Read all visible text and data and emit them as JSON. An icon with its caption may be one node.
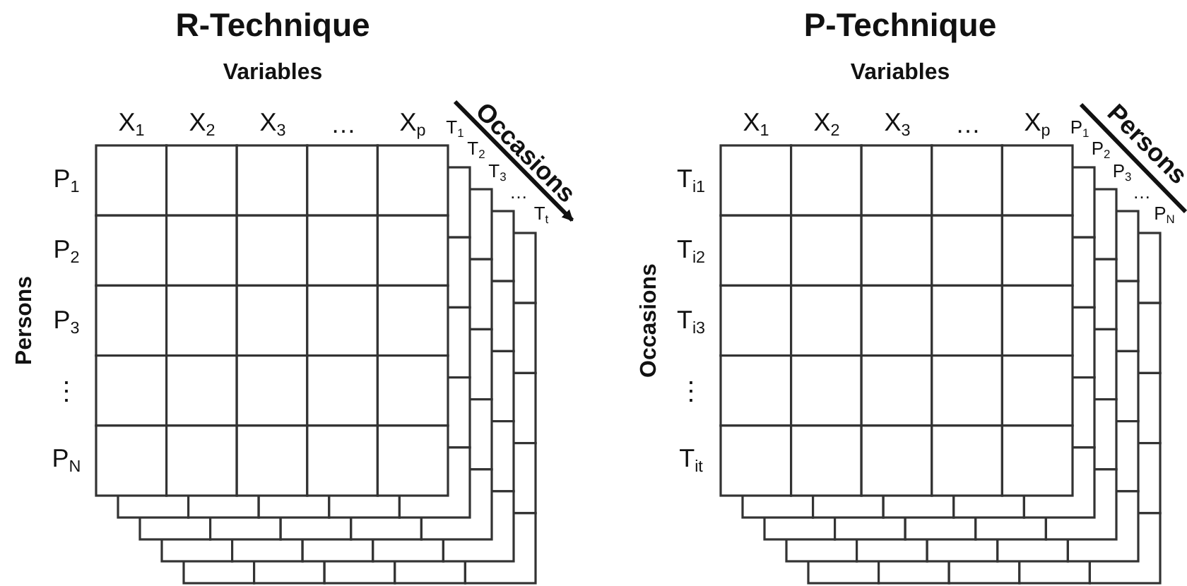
{
  "diagram": {
    "labels": [
      "R-Technique",
      "Variables",
      "X$_{1}$",
      "X$_{2}$",
      "X$_{3}$",
      "…",
      "X$_{p}$",
      "T$_{1}$",
      "T$_{2}$",
      "T$_{3}$",
      "…",
      "T$_{t}$",
      "Occasions",
      "Persons",
      "P$_{1}$",
      "P$_{2}$",
      "P$_{3}$",
      "⋮",
      "P$_{N}$",
      "P-Technique",
      "Variables",
      "X$_{1}$",
      "X$_{2}$",
      "X$_{3}$",
      "…",
      "X$_{p}$",
      "P$_{1}$",
      "P$_{2}$",
      "P$_{3}$",
      "…",
      "P$_{N}$",
      "Persons",
      "Occasions",
      "T$_{i1}$",
      "T$_{i2}$",
      "T$_{i3}$",
      "⋮",
      "T$_{it}$"
    ]
  }
}
